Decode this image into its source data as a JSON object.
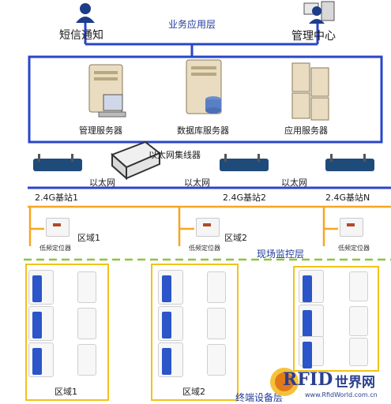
{
  "labels": {
    "sms": "短信通知",
    "mgmt_center": "管理中心",
    "app_layer": "业务应用层",
    "mgmt_server": "管理服务器",
    "db_server": "数据库服务器",
    "app_server": "应用服务器",
    "hub": "以太网集线器",
    "ethernet": "以太网",
    "bs1": "2.4G基站1",
    "bs2": "2.4G基站2",
    "bsn": "2.4G基站N",
    "zone1": "区域1",
    "zone2": "区域2",
    "lf_locator": "低频定位器",
    "field_layer": "现场监控层",
    "terminal_layer": "终端设备层"
  },
  "logo": {
    "letters": "RFID",
    "text": "世界网",
    "url": "www.RfidWorld.com.cn"
  },
  "colors": {
    "network_blue": "#2a45c8",
    "wire_orange": "#f5a623",
    "zone_yellow": "#f2c21a",
    "dash_green": "#8dc63f"
  }
}
